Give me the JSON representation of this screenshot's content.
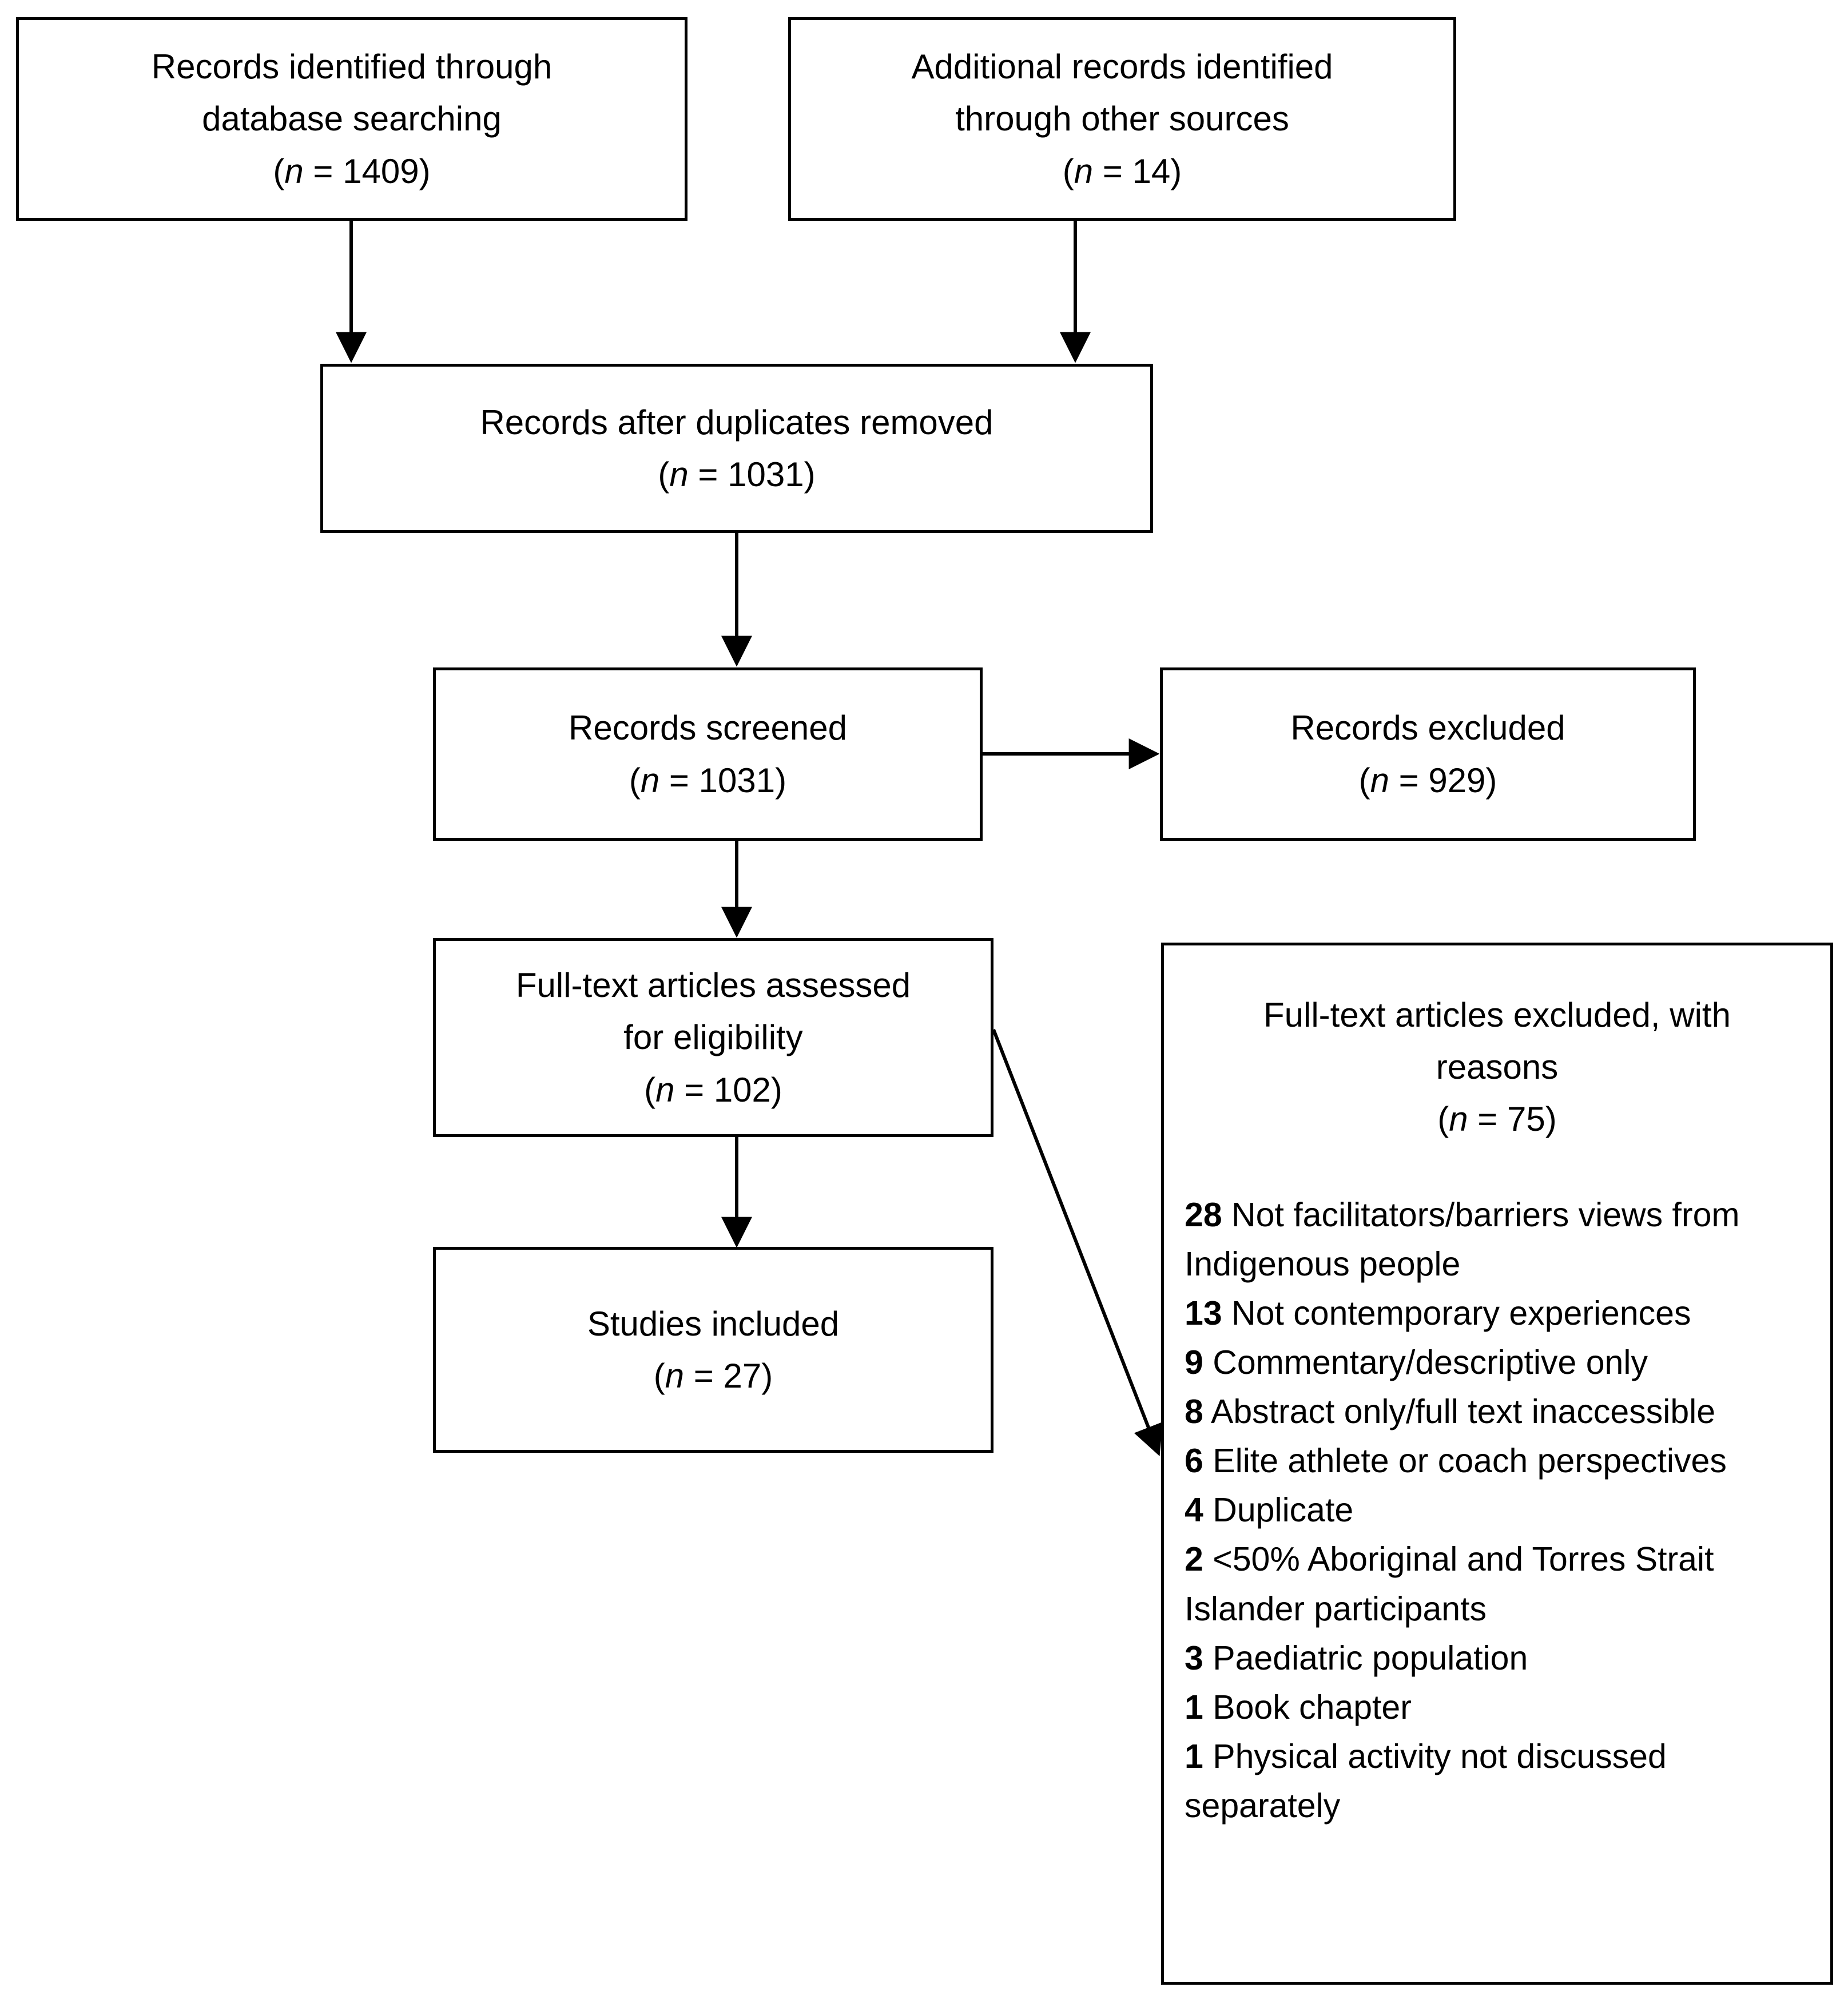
{
  "diagram": {
    "type": "prisma-flow-diagram",
    "boxes": [
      {
        "id": "identified_db",
        "line1": "Records identified through",
        "line2": "database searching",
        "n_label": "(n = 1409)",
        "n": 1409
      },
      {
        "id": "identified_other",
        "line1": "Additional records identified",
        "line2": "through other sources",
        "n_label": "(n = 14)",
        "n": 14
      },
      {
        "id": "after_duplicates",
        "line1": "Records after duplicates removed",
        "line2": "",
        "n_label": "(n = 1031)",
        "n": 1031
      },
      {
        "id": "screened",
        "line1": "Records screened",
        "line2": "",
        "n_label": "(n = 1031)",
        "n": 1031
      },
      {
        "id": "excluded",
        "line1": "Records excluded",
        "line2": "",
        "n_label": "(n = 929)",
        "n": 929
      },
      {
        "id": "fulltext",
        "line1": "Full-text articles assessed",
        "line2": "for eligibility",
        "n_label": "(n = 102)",
        "n": 102
      },
      {
        "id": "included",
        "line1": "Studies included",
        "line2": "",
        "n_label": "(n = 27)",
        "n": 27
      },
      {
        "id": "fulltext_excluded",
        "line1": "Full-text articles excluded, with",
        "line2": "reasons",
        "n_label": "(n = 75)",
        "n": 75
      }
    ],
    "exclusion_reasons": [
      {
        "count": "28",
        "reason": "Not facilitators/barriers views from Indigenous people"
      },
      {
        "count": "13",
        "reason": "Not contemporary experiences"
      },
      {
        "count": "9",
        "reason": "Commentary/descriptive only"
      },
      {
        "count": "8",
        "reason": "Abstract only/full text inaccessible"
      },
      {
        "count": "6",
        "reason": "Elite athlete or coach perspectives"
      },
      {
        "count": "4",
        "reason": "Duplicate"
      },
      {
        "count": "2",
        "reason": "<50% Aboriginal and Torres Strait Islander participants"
      },
      {
        "count": "3",
        "reason": "Paediatric population"
      },
      {
        "count": "1",
        "reason": "Book chapter"
      },
      {
        "count": "1",
        "reason": "Physical activity not discussed separately"
      }
    ],
    "italic_symbol": "n",
    "colors": {
      "line": "#000000",
      "background": "#ffffff",
      "text": "#000000"
    }
  }
}
